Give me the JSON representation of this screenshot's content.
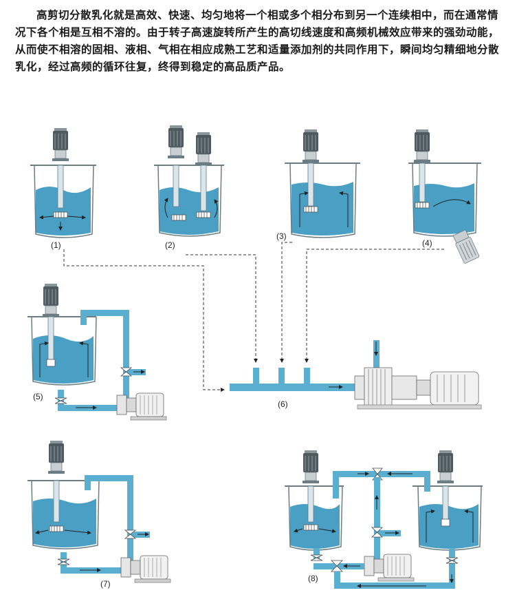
{
  "intro_text": "高剪切分散乳化就是高效、快速、均匀地将一个相或多个相分布到另一个连续相中，而在通常情况下各个相是互相不溶的。由于转子高速旋转所产生的高切线速度和高频机械效应带来的强劲动能，从而使不相溶的固相、液相、气相在相应成熟工艺和适量添加剂的共同作用下，瞬间均匀精细地分散乳化，经过高频的循环往复，终得到稳定的高品质产品。",
  "colors": {
    "liquid": "#4a9fc4",
    "liquid_light": "#7fc1dc",
    "pipe": "#5aaed0",
    "tank_stroke": "#6b7c85",
    "motor": "#4f5a60",
    "machine": "#e6e6e6",
    "dashed": "#333333"
  },
  "labels": {
    "d1": "(1)",
    "d2": "(2)",
    "d3": "(3)",
    "d4": "(4)",
    "d5": "(5)",
    "d6": "(6)",
    "d7": "(7)",
    "d8": "(8)"
  }
}
